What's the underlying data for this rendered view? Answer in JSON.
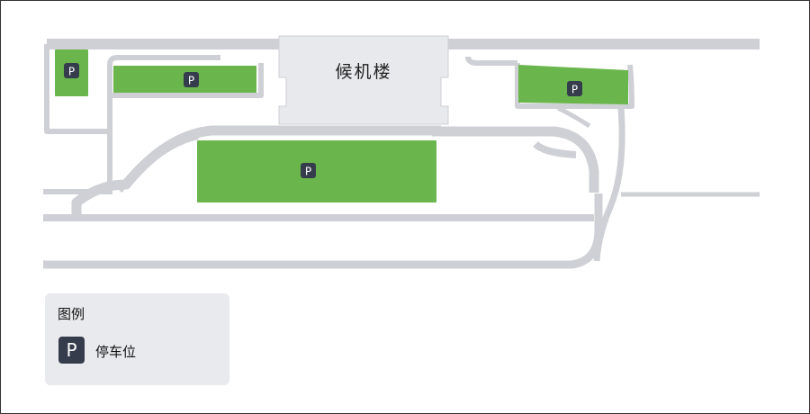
{
  "map": {
    "terminal_label": "候机楼",
    "parking_symbol": "P"
  },
  "legend": {
    "title": "图例",
    "items": [
      {
        "icon": "parking-icon",
        "symbol": "P",
        "label": "停车位"
      }
    ]
  },
  "colors": {
    "road": "#cfd0d5",
    "building": "#e8e9ec",
    "parking_lot": "#6ab64c",
    "parking_badge": "#353c4b",
    "legend_bg": "#e9eaed"
  }
}
